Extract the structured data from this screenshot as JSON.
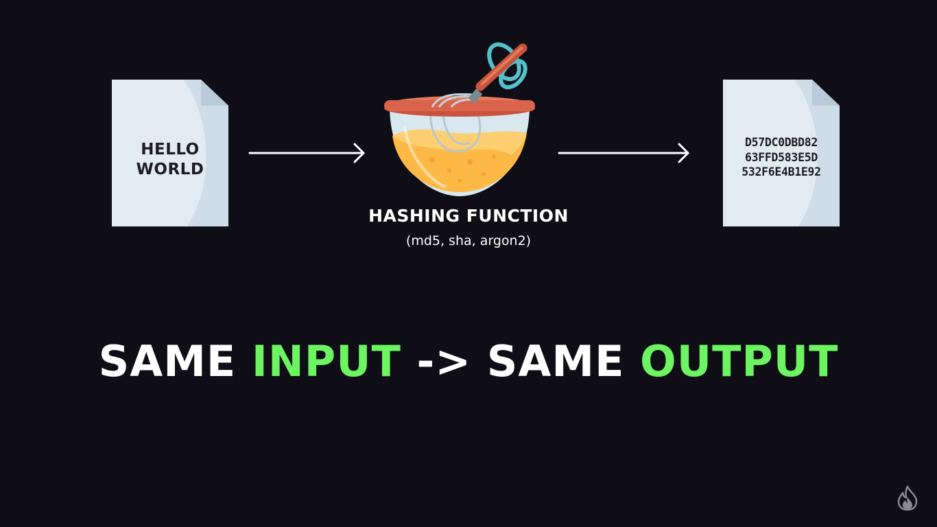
{
  "input_document": {
    "text": "HELLO\nWORLD"
  },
  "hashing_function": {
    "title": "HASHING FUNCTION",
    "subtitle": "(md5, sha, argon2)"
  },
  "output_document": {
    "text": "D57DC0DBD82\n63FFD583E5D\n532F6E4B1E92"
  },
  "headline": {
    "part1": "SAME ",
    "part2": "INPUT",
    "part3": " -> SAME ",
    "part4": "OUTPUT"
  },
  "colors": {
    "background": "#0f0e17",
    "accent_green": "#6cf461",
    "paper": "#dbe7f0",
    "bowl_rim": "#d9634b",
    "liquid": "#fdb945"
  },
  "icons": {
    "input_doc": "document-icon",
    "output_doc": "document-icon",
    "arrows": "arrow-right-icon",
    "mixer": "mixing-bowl-whisk-icon",
    "logo": "flame-logo-icon"
  }
}
